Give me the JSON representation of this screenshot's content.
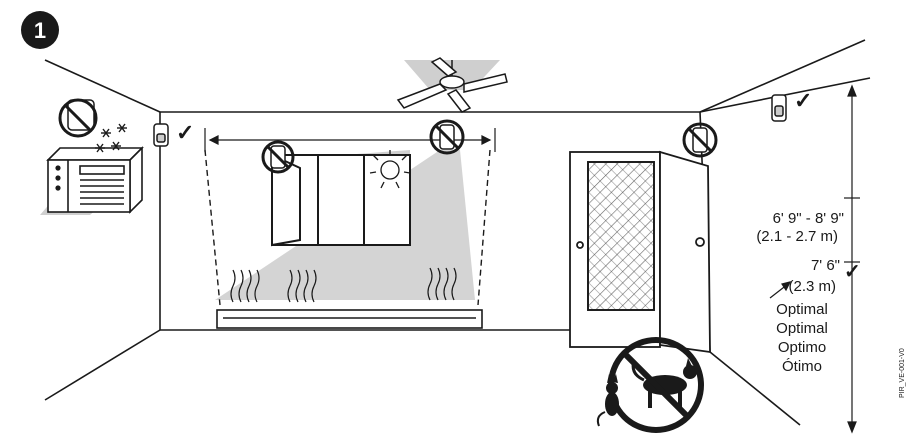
{
  "step": {
    "number": "1"
  },
  "height_range": {
    "imperial": "6' 9\" - 8' 9\"",
    "metric": "(2.1 - 2.7 m)"
  },
  "optimal_height": {
    "imperial": "7' 6\"",
    "metric": "(2.3 m)"
  },
  "optimal_labels": [
    "Optimal",
    "Optimal",
    "Optimo",
    "Ótimo"
  ],
  "figure_code": "PIR_VE-001-V0",
  "marks": {
    "check": "✓"
  },
  "icons": [
    "no-sensor-ac-icon",
    "no-sensor-window-icon",
    "no-sensor-ceiling-fan-icon",
    "no-sensor-door-icon",
    "no-pets-icon",
    "snowflake-icon",
    "sun-icon",
    "heat-waves-icon"
  ],
  "colors": {
    "line": "#1a1a1a",
    "shade": "#c8c8c8",
    "prohibition": "#1a1a1a"
  }
}
